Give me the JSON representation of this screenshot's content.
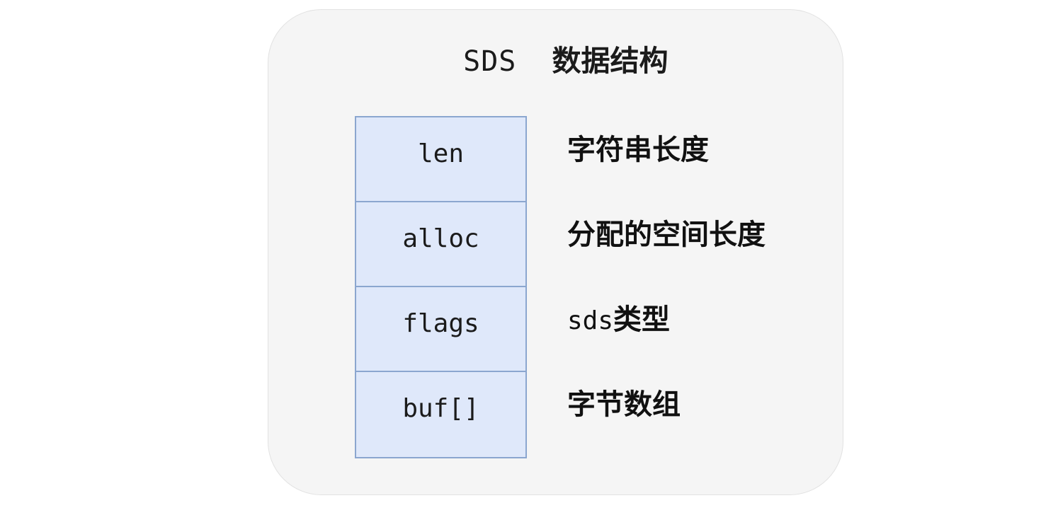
{
  "page": {
    "background_color": "#ffffff"
  },
  "card": {
    "title_mono": "SDS",
    "title_gap": "  ",
    "title_cjk": "数据结构",
    "background_color": "#f5f5f5",
    "border_color": "#e2e2e2"
  },
  "struct_table": {
    "cell_fill_color": "#dfe8fa",
    "cell_border_color": "#8ba6cf",
    "rows": [
      {
        "name": "len",
        "description": "字符串长度"
      },
      {
        "name": "alloc",
        "description": "分配的空间长度"
      },
      {
        "name": "flags",
        "description_mono": "sds",
        "description_cjk": "类型"
      },
      {
        "name": "buf[]",
        "description": "字节数组"
      }
    ]
  }
}
